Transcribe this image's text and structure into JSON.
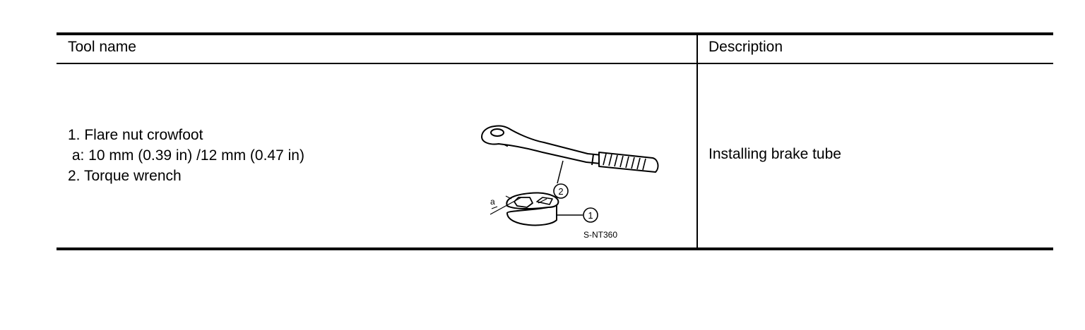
{
  "table": {
    "headers": {
      "tool_name": "Tool name",
      "description": "Description"
    },
    "rows": [
      {
        "tool_lines": [
          "1. Flare nut crowfoot",
          " a: 10 mm (0.39 in) /12 mm (0.47 in)",
          "2. Torque wrench"
        ],
        "figure": {
          "code": "S-NT360",
          "callout_a": "a",
          "callout_1": "1",
          "callout_2": "2"
        },
        "description": "Installing brake tube"
      }
    ]
  }
}
